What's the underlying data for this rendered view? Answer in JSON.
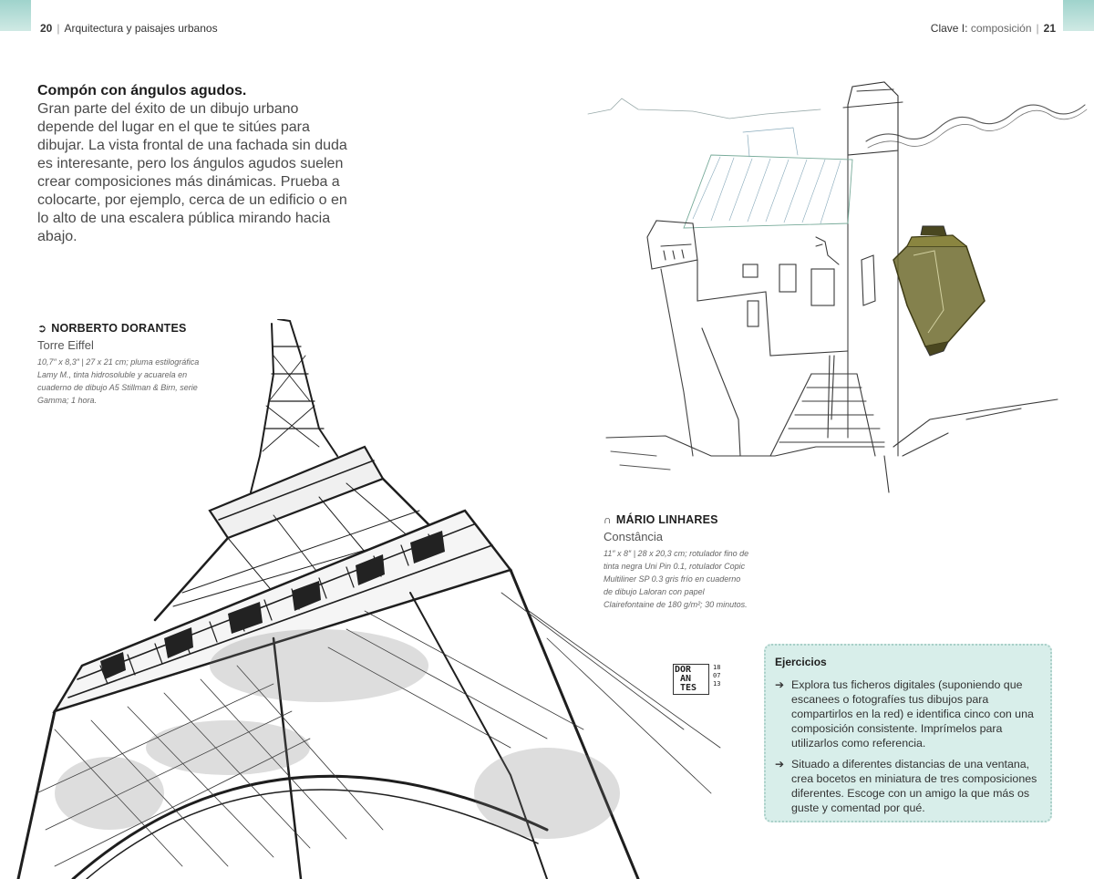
{
  "header": {
    "left_page_number": "20",
    "left_title": "Arquitectura y paisajes urbanos",
    "right_title_main": "Clave I:",
    "right_title_sub": "composición",
    "right_page_number": "21"
  },
  "intro": {
    "heading": "Compón con ángulos agudos.",
    "body": "Gran parte del éxito de un dibujo urbano depende del lugar en el que te sitúes para dibujar. La vista frontal de una fachada sin duda es interesante, pero los ángulos agudos suelen crear composiciones más dinámicas. Prueba a colocarte, por ejemplo, cerca de un edificio o en lo alto de una escalera pública mirando hacia abajo."
  },
  "captions": {
    "left": {
      "artist": "NORBERTO DORANTES",
      "title": "Torre Eiffel",
      "details": "10,7″ x 8,3″ | 27 x 21 cm; pluma estilográfica Lamy M., tinta hidrosoluble y acuarela en cuaderno de dibujo A5 Stillman & Birn, serie Gamma; 1 hora."
    },
    "right": {
      "artist": "MÁRIO LINHARES",
      "title": "Constância",
      "details": "11″ x 8″ | 28 x 20,3 cm; rotulador fino de tinta negra Uni Pin 0.1, rotulador Copic Multiliner SP 0.3 gris frío en cuaderno de dibujo Laloran con papel Clairefontaine de 180 g/m²; 30 minutos."
    }
  },
  "signature": {
    "letters_line1": "DOR",
    "letters_line2": "AN",
    "letters_line3": "TES",
    "date_line1": "18",
    "date_line2": "07",
    "date_line3": "13"
  },
  "exercises": {
    "title": "Ejercicios",
    "items": [
      "Explora tus ficheros digitales (suponiendo que escanees o fotografíes tus dibujos para compartirlos en la red) e identifica cinco con una composición consistente. Imprímelos para utilizarlos como referencia.",
      "Situado a diferentes distancias de una ventana, crea bocetos en miniatura de tres composiciones diferentes. Escoge con un amigo la que más os guste y comentad por qué."
    ]
  },
  "colors": {
    "accent_tab": "#9fd3cc",
    "exercise_bg": "#d8eeea",
    "lantern_green": "#6e6b2e"
  }
}
